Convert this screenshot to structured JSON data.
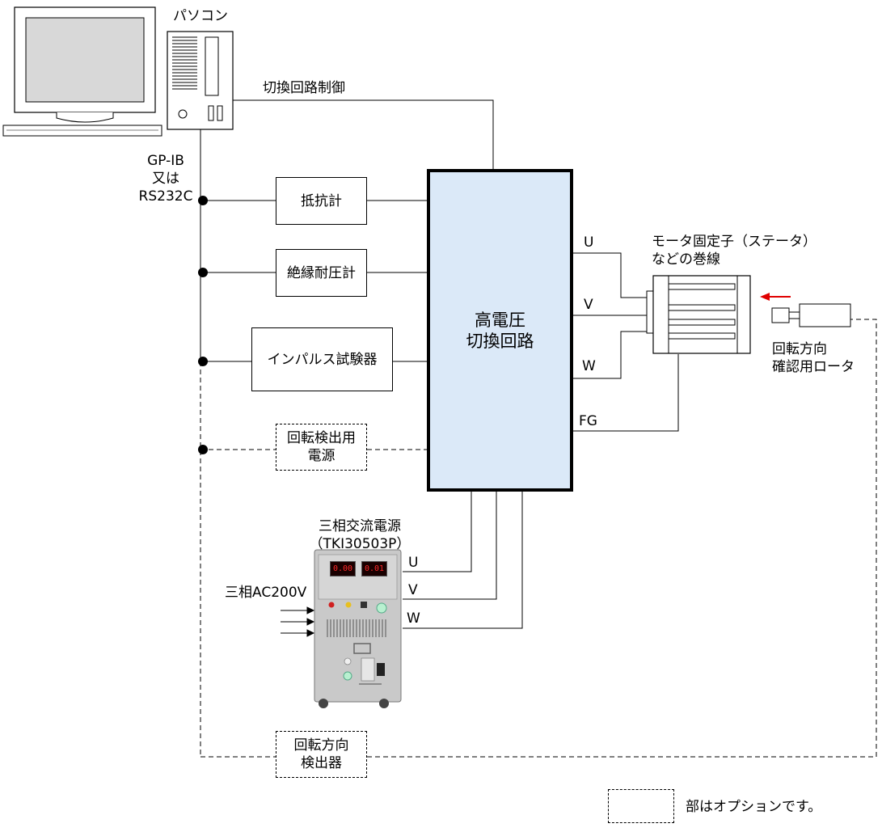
{
  "pc": {
    "label": "パソコン"
  },
  "connections": {
    "switch_control": "切換回路制御",
    "interface_line1": "GP-IB",
    "interface_line2": "又は",
    "interface_line3": "RS232C"
  },
  "instruments": {
    "resistance_meter": "抵抗計",
    "insulation_tester": "絶縁耐圧計",
    "impulse_tester": "インパルス試験器",
    "rotation_power_line1": "回転検出用",
    "rotation_power_line2": "電源",
    "rotation_detector_line1": "回転方向",
    "rotation_detector_line2": "検出器"
  },
  "switch_box": {
    "line1": "高電圧",
    "line2": "切換回路"
  },
  "motor": {
    "title_line1": "モータ固定子（ステータ）",
    "title_line2": "などの巻線",
    "terminal_u": "U",
    "terminal_v": "V",
    "terminal_w": "W",
    "terminal_fg": "FG"
  },
  "rotor": {
    "line1": "回転方向",
    "line2": "確認用ロータ"
  },
  "power_supply": {
    "title_line1": "三相交流電源",
    "title_line2": "（TKI30503P）",
    "input": "三相AC200V",
    "out_u": "U",
    "out_v": "V",
    "out_w": "W",
    "display_left": "0.00",
    "display_right": "0.01"
  },
  "legend": {
    "text": "部はオプションです。"
  },
  "colors": {
    "switch_fill": "#dbe9f8",
    "arrow": "#e00000",
    "line": "#000000"
  }
}
